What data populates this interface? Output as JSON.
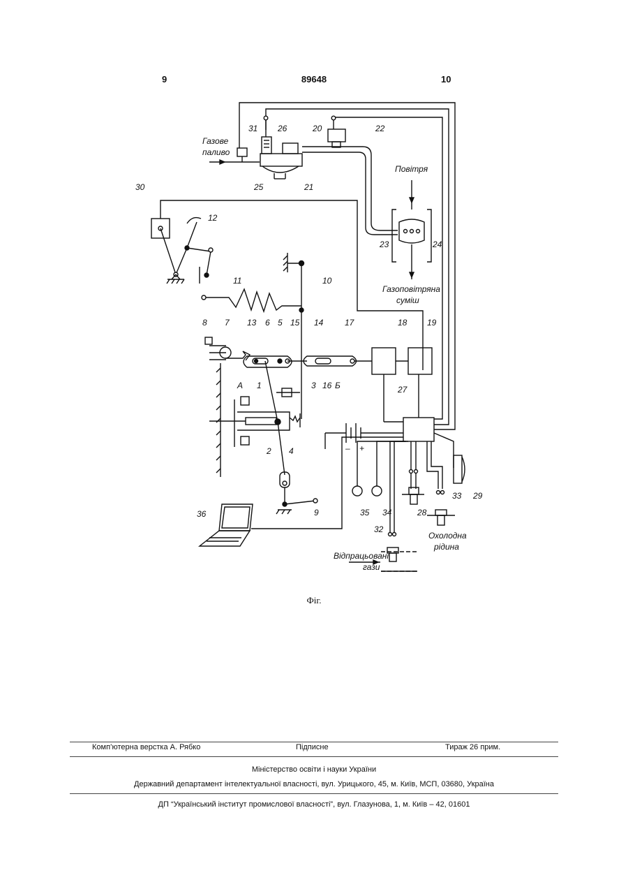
{
  "header": {
    "page_left": "9",
    "patent_number": "89648",
    "page_right": "10"
  },
  "figure": {
    "caption": "Фіг.",
    "labels": {
      "gas_fuel_1": "Газове",
      "gas_fuel_2": "паливо",
      "air": "Повітря",
      "mixture_1": "Газоповітряна",
      "mixture_2": "суміш",
      "exhaust_1": "Відпрацьовані",
      "exhaust_2": "гази",
      "coolant_1": "Охолодна",
      "coolant_2": "рідина",
      "minus": "–",
      "plus": "+",
      "A": "А",
      "B": "Б",
      "n1": "1",
      "n2": "2",
      "n3": "3",
      "n4": "4",
      "n5": "5",
      "n6": "6",
      "n7": "7",
      "n8": "8",
      "n9": "9",
      "n10": "10",
      "n11": "11",
      "n12": "12",
      "n13": "13",
      "n14": "14",
      "n15": "15",
      "n16": "16",
      "n17": "17",
      "n18": "18",
      "n19": "19",
      "n20": "20",
      "n21": "21",
      "n22": "22",
      "n23": "23",
      "n24": "24",
      "n25": "25",
      "n26": "26",
      "n27": "27",
      "n28": "28",
      "n29": "29",
      "n30": "30",
      "n31": "31",
      "n32": "32",
      "n33": "33",
      "n34": "34",
      "n35": "35",
      "n36": "36"
    }
  },
  "footer": {
    "layout_by": "Комп’ютерна верстка А. Рябко",
    "signed": "Підписне",
    "circulation": "Тираж 26 прим.",
    "ministry": "Міністерство освіти і науки України",
    "department": "Державний департамент інтелектуальної власності, вул. Урицького, 45, м. Київ, МСП, 03680, Україна",
    "institute": "ДП “Український інститут промислової власності”, вул. Глазунова, 1, м. Київ – 42, 01601"
  }
}
